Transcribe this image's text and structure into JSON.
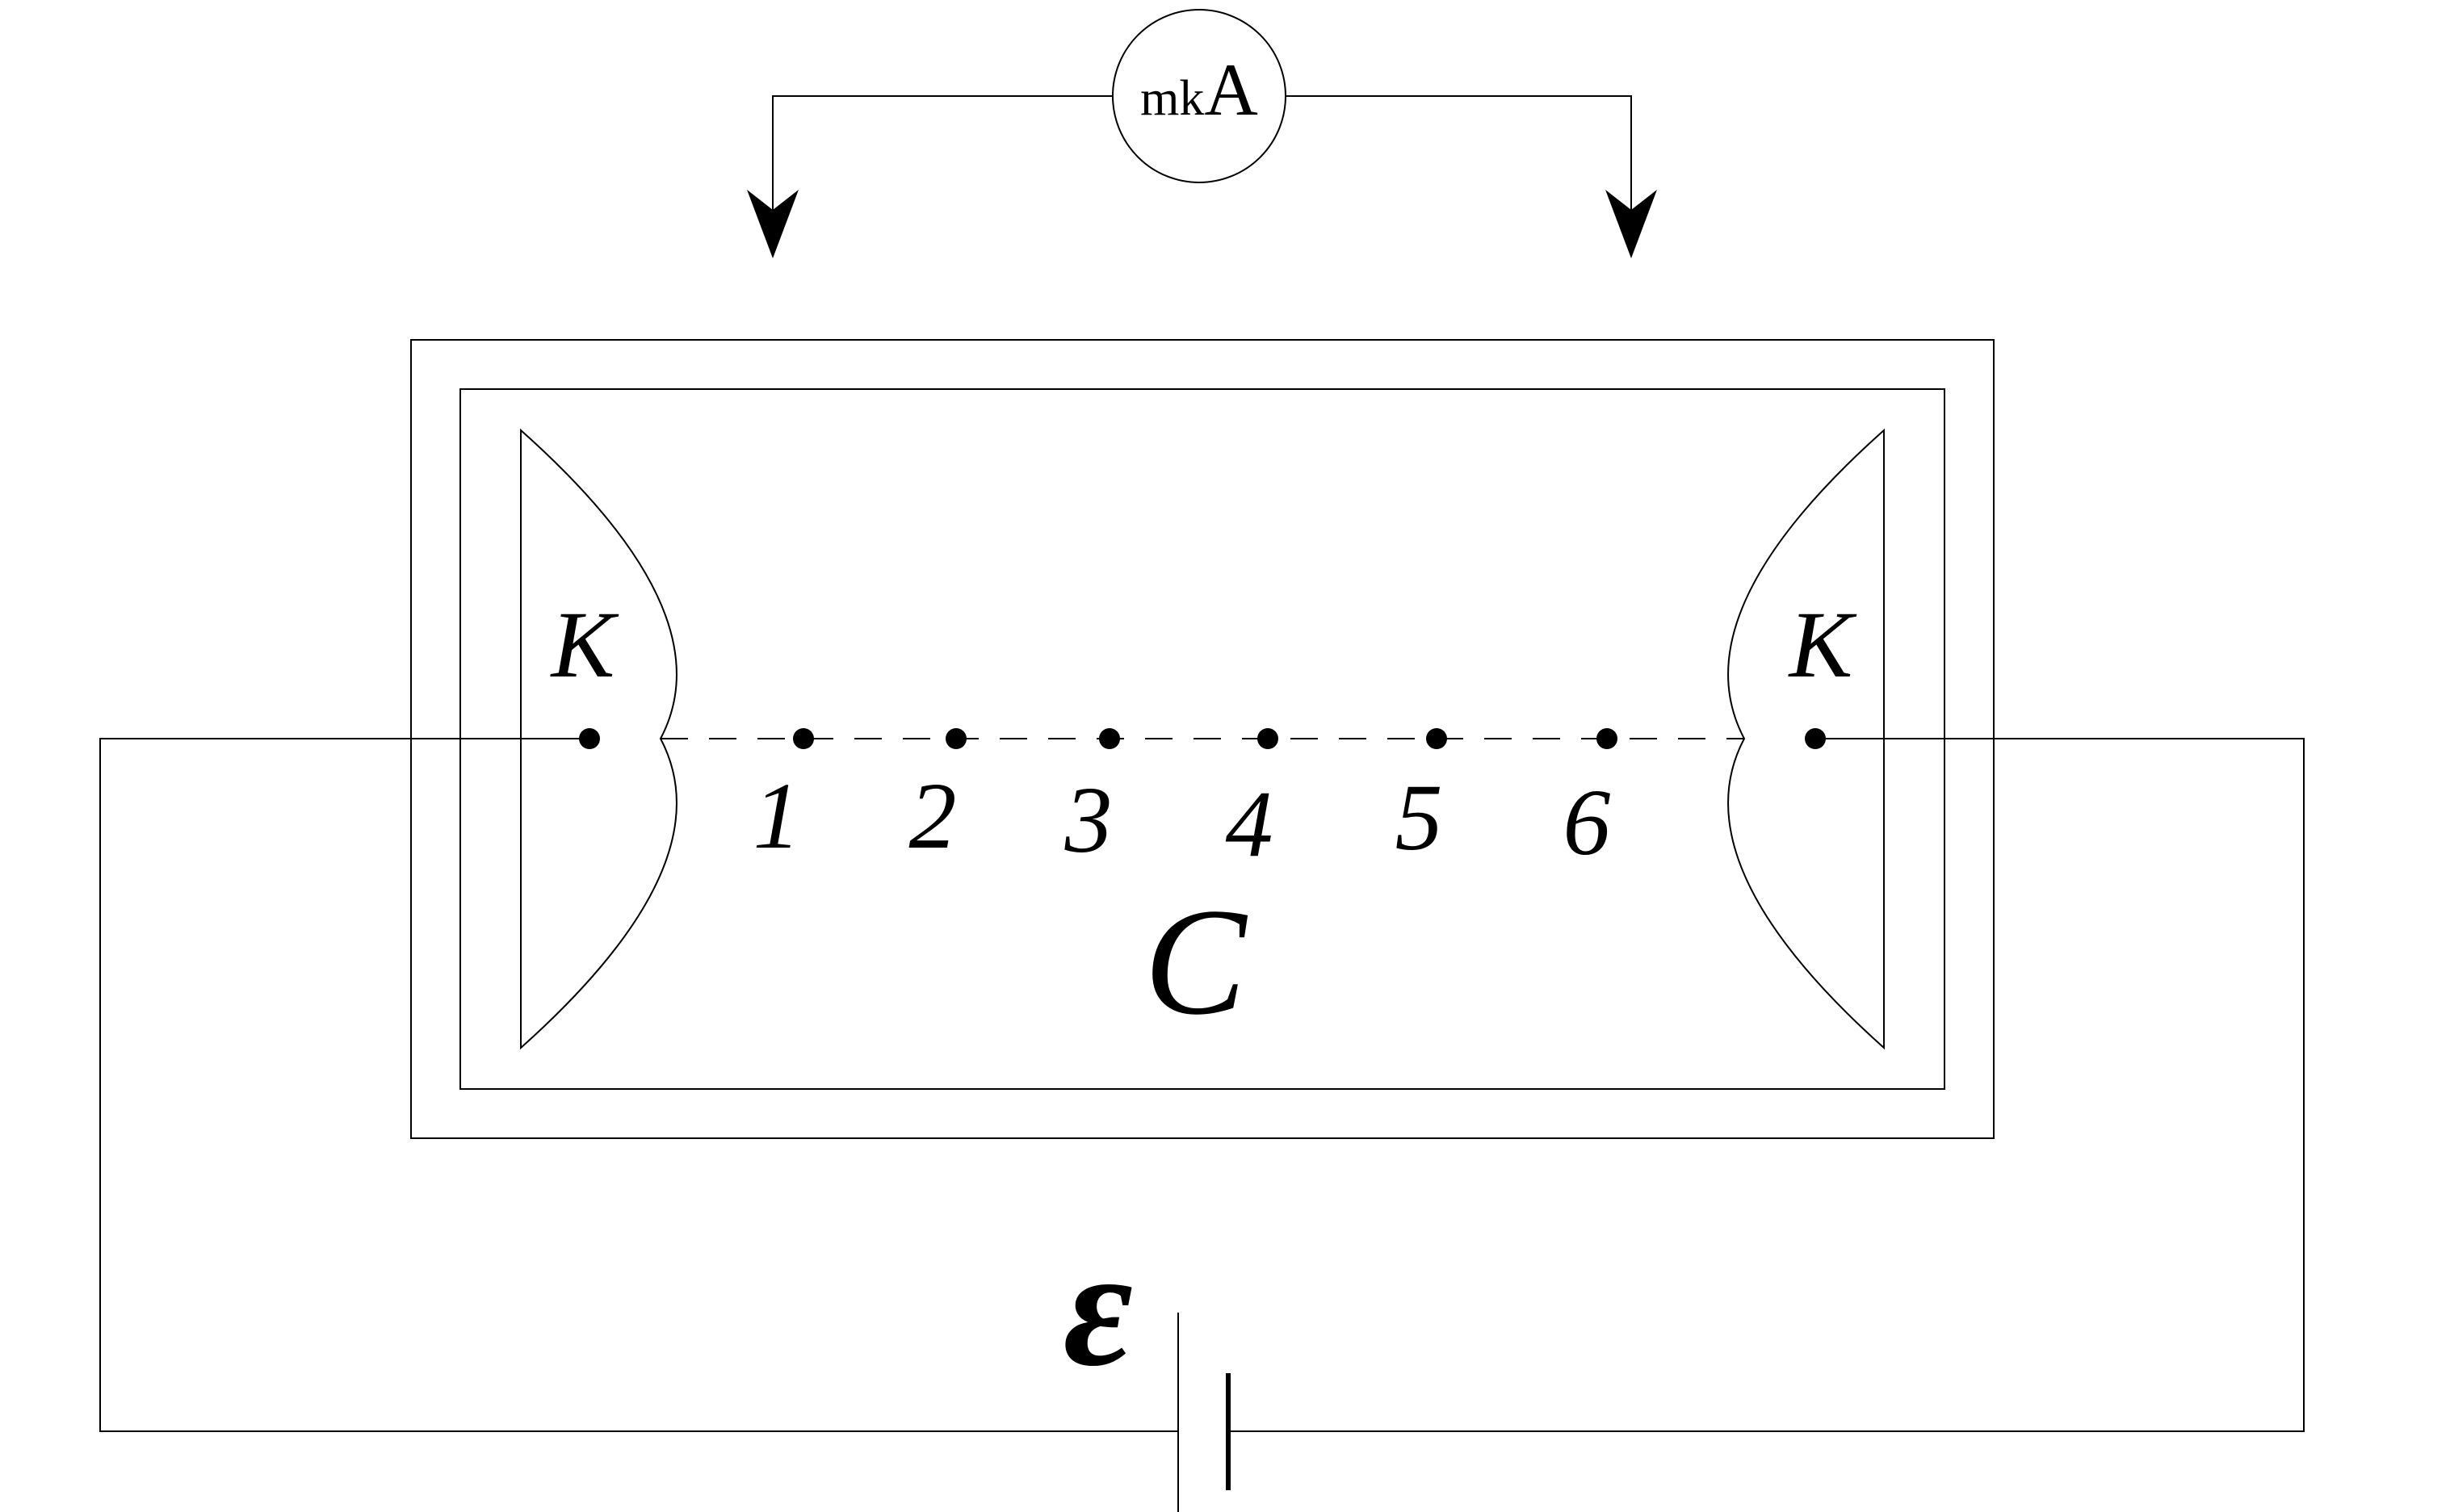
{
  "ammeter": {
    "prefix": "mk",
    "unit": "A"
  },
  "cathode_left_label": "K",
  "cathode_right_label": "K",
  "points": [
    "1",
    "2",
    "3",
    "4",
    "5",
    "6"
  ],
  "center_label": "C",
  "emf_label": "ε"
}
